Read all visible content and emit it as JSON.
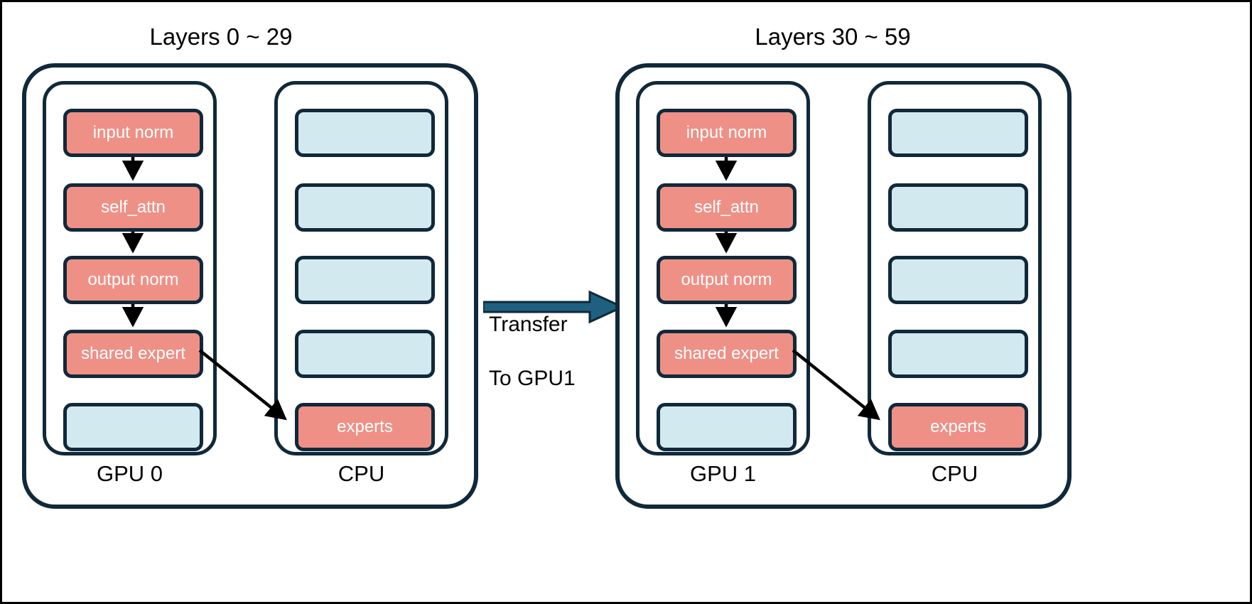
{
  "theme": {
    "coral": "#EF9086",
    "light_blue": "#D2E9EF",
    "outline": "#10293A",
    "arrow_fill": "#1F6080",
    "background": "#FFFFFF",
    "text_on_block": "#FFFFFF",
    "text": "#000000"
  },
  "panels": [
    {
      "title": "Layers 0 ~ 29",
      "columns": [
        {
          "label": "GPU 0",
          "kind": "gpu",
          "blocks": [
            {
              "label": "input norm",
              "color": "coral"
            },
            {
              "label": "self_attn",
              "color": "coral"
            },
            {
              "label": "output norm",
              "color": "coral"
            },
            {
              "label": "shared expert",
              "color": "coral"
            },
            {
              "label": "",
              "color": "blue"
            }
          ]
        },
        {
          "label": "CPU",
          "kind": "cpu",
          "blocks": [
            {
              "label": "",
              "color": "blue"
            },
            {
              "label": "",
              "color": "blue"
            },
            {
              "label": "",
              "color": "blue"
            },
            {
              "label": "",
              "color": "blue"
            },
            {
              "label": "experts",
              "color": "coral"
            }
          ]
        }
      ]
    },
    {
      "title": "Layers 30 ~ 59",
      "columns": [
        {
          "label": "GPU 1",
          "kind": "gpu",
          "blocks": [
            {
              "label": "input norm",
              "color": "coral"
            },
            {
              "label": "self_attn",
              "color": "coral"
            },
            {
              "label": "output norm",
              "color": "coral"
            },
            {
              "label": "shared expert",
              "color": "coral"
            },
            {
              "label": "",
              "color": "blue"
            }
          ]
        },
        {
          "label": "CPU",
          "kind": "cpu",
          "blocks": [
            {
              "label": "",
              "color": "blue"
            },
            {
              "label": "",
              "color": "blue"
            },
            {
              "label": "",
              "color": "blue"
            },
            {
              "label": "",
              "color": "blue"
            },
            {
              "label": "experts",
              "color": "coral"
            }
          ]
        }
      ]
    }
  ],
  "transfer": {
    "label": "Transfer\nTo GPU1",
    "line1": "Transfer",
    "line2": "To GPU1",
    "direction": "right"
  }
}
